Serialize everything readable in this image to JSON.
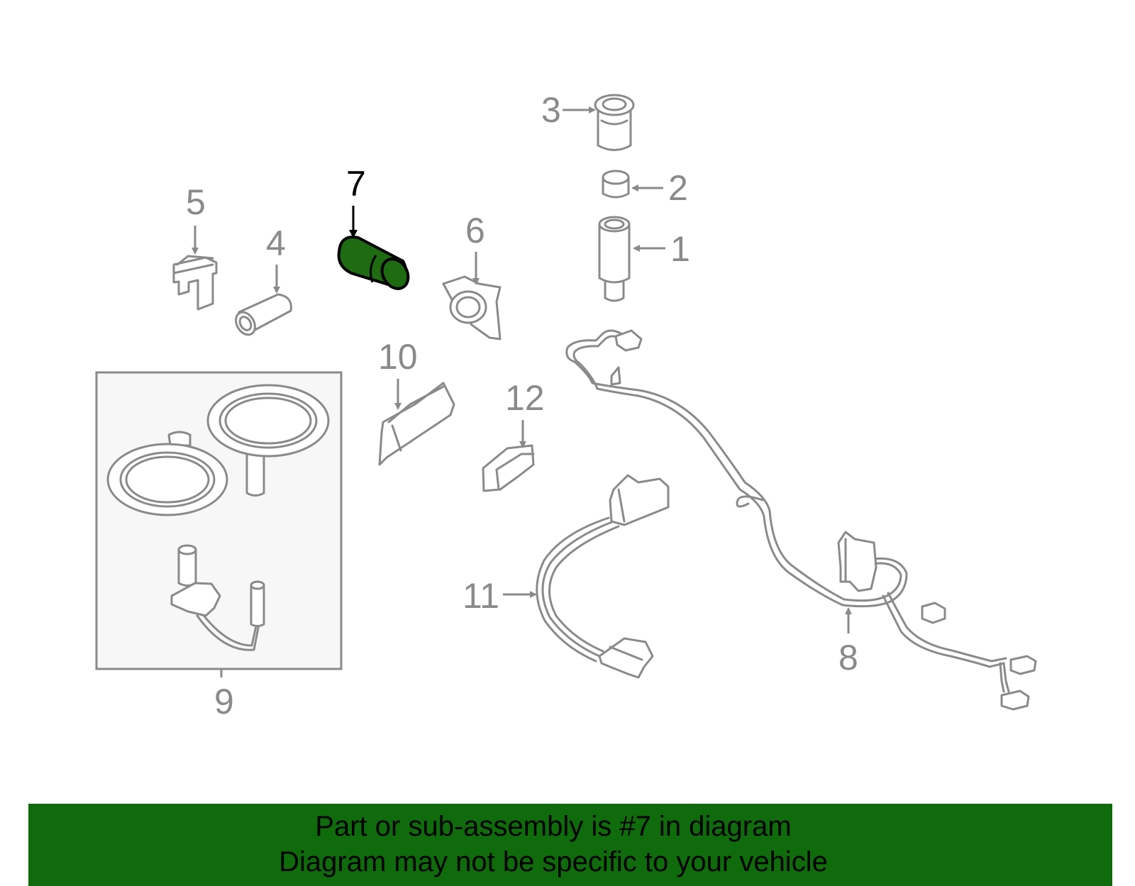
{
  "diagram": {
    "highlight_color": "#1e6b12",
    "line_color": "#8a8a8a",
    "callouts": [
      {
        "id": "1",
        "label": "1"
      },
      {
        "id": "2",
        "label": "2"
      },
      {
        "id": "3",
        "label": "3"
      },
      {
        "id": "4",
        "label": "4"
      },
      {
        "id": "5",
        "label": "5"
      },
      {
        "id": "6",
        "label": "6"
      },
      {
        "id": "7",
        "label": "7",
        "highlighted": true
      },
      {
        "id": "8",
        "label": "8"
      },
      {
        "id": "9",
        "label": "9"
      },
      {
        "id": "10",
        "label": "10"
      },
      {
        "id": "11",
        "label": "11"
      },
      {
        "id": "12",
        "label": "12"
      }
    ]
  },
  "footer": {
    "background": "#0f6b0b",
    "line1": "Part or sub-assembly is #7 in diagram",
    "line2": "Diagram may not be specific to your vehicle"
  }
}
